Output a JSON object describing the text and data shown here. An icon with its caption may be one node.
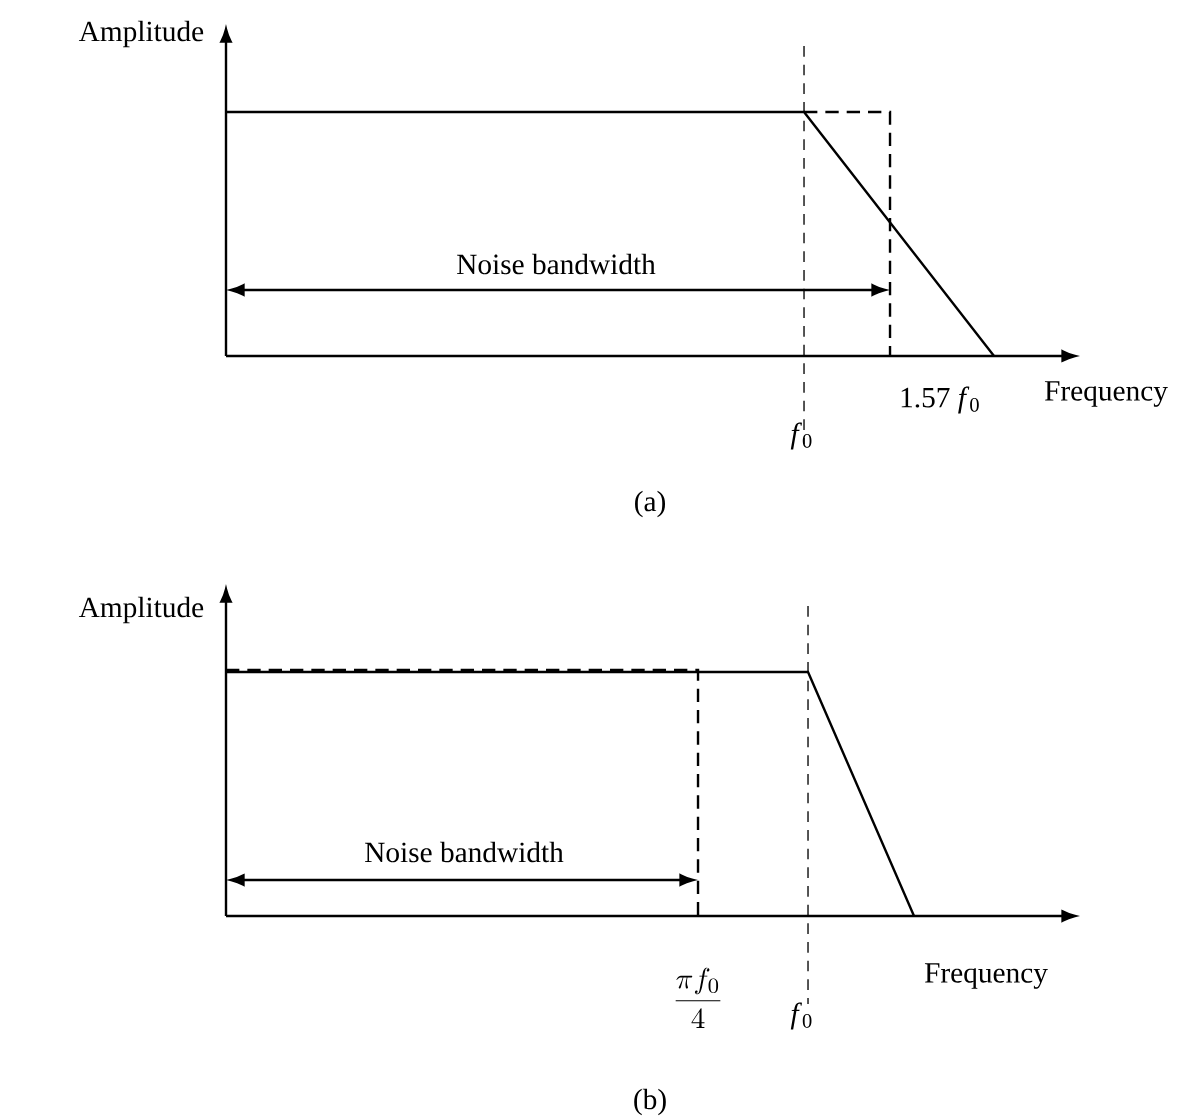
{
  "diagram": {
    "labels": [
      "Amplitude",
      "Noise bandwidth",
      "1.57 *f*$_{0}$",
      "Frequency",
      "*f*$_{0}$",
      "(a)",
      "Amplitude",
      "Noise bandwidth",
      "\\frac{\\pi f_0}{4}",
      "Frequency",
      "*f*$_{0}$",
      "(b)"
    ]
  }
}
